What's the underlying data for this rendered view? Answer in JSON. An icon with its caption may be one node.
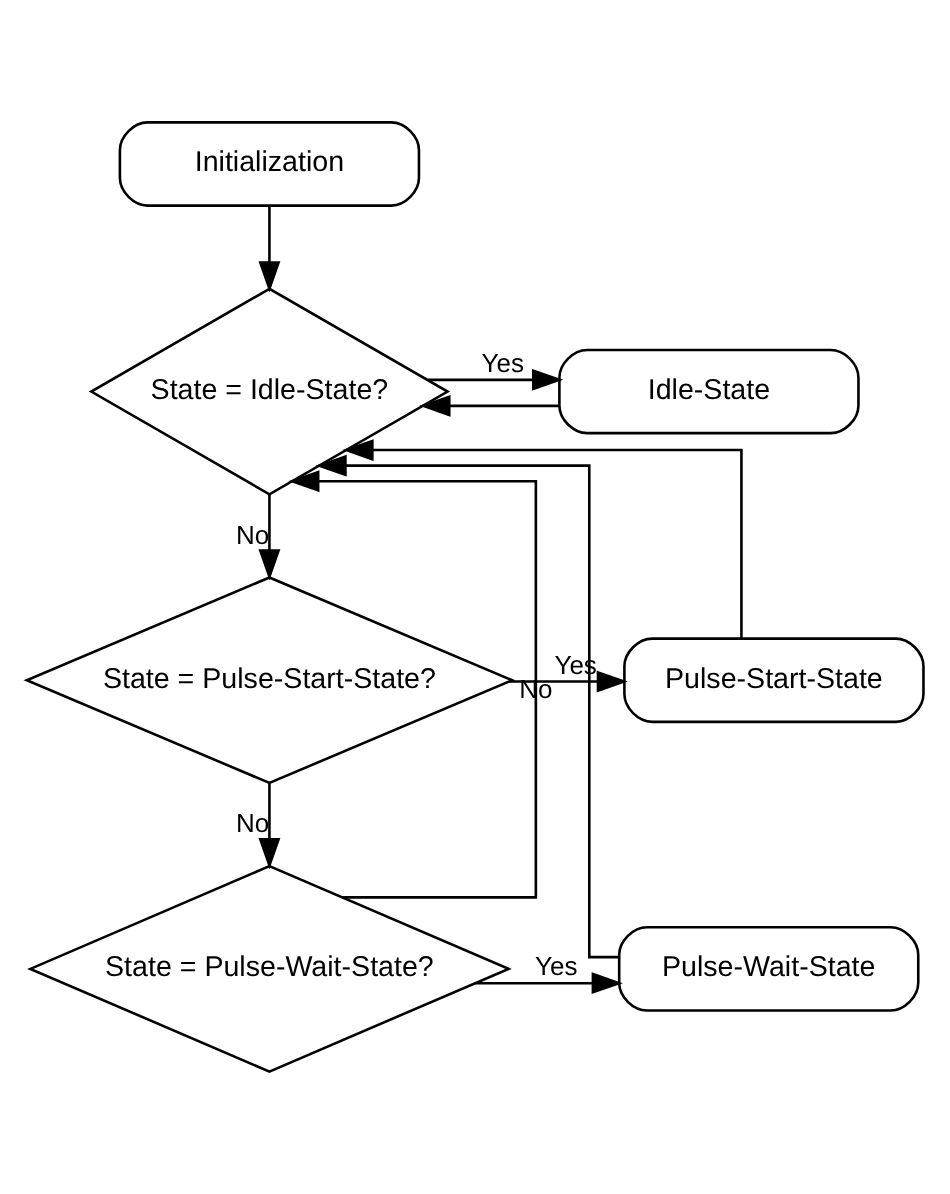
{
  "diagram": {
    "nodes": [
      {
        "text": [
          "Initialization"
        ]
      },
      {
        "text": [
          "State = Idle-State?"
        ]
      },
      {
        "text": [
          "Idle-State"
        ]
      },
      {
        "text": [
          "State = Pulse-Start-State?"
        ]
      },
      {
        "text": [
          "Pulse-Start-State"
        ]
      },
      {
        "text": [
          "State = Pulse-Wait-State?"
        ]
      },
      {
        "text": [
          "Pulse-Wait-State"
        ]
      }
    ],
    "edges": [
      {
        "from": 0,
        "to": 1,
        "arrow": "to"
      },
      {
        "from": 1,
        "to": 2,
        "arrow": "to",
        "label": "Yes"
      },
      {
        "from": 1,
        "to": 3,
        "arrow": "to",
        "label": "No"
      },
      {
        "from": 3,
        "to": 4,
        "arrow": "to",
        "label": "Yes"
      },
      {
        "from": 3,
        "to": 5,
        "arrow": "to",
        "label": "No"
      },
      {
        "from": 5,
        "to": 6,
        "arrow": "to",
        "label": "Yes"
      },
      {
        "from": 5,
        "to": 1,
        "arrow": "to",
        "label": "No"
      },
      {
        "from": 2,
        "to": 1,
        "arrow": "to"
      },
      {
        "from": 4,
        "to": 1,
        "arrow": "to"
      },
      {
        "from": 6,
        "to": 1,
        "arrow": "to"
      }
    ]
  }
}
